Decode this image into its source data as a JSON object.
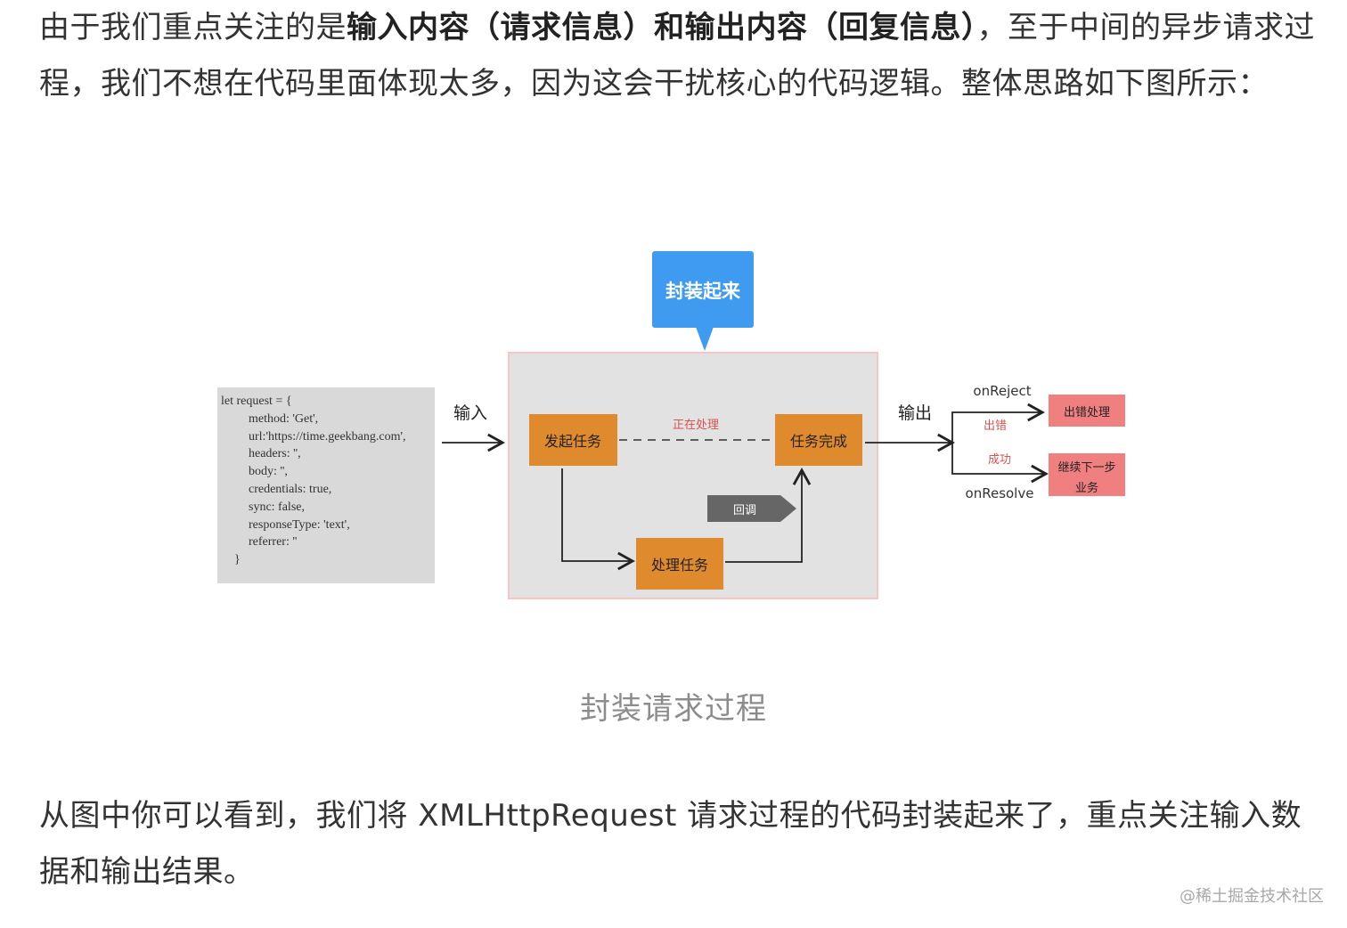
{
  "paragraph1": {
    "part1": "由于我们重点关注的是",
    "bold1": "输入内容（请求信息）和输出内容（回复信息）",
    "part2": "，至于中间的异步请求过程，我们不想在代码里面体现太多，因为这会干扰核心的代码逻辑。整体思路如下图所示："
  },
  "diagram": {
    "wrap_label": "封装起来",
    "code_lines": [
      "let request = {",
      "method: 'Get',",
      "url:'https://time.geekbang.com',",
      "headers: '',",
      "body: '',",
      "credentials: true,",
      "sync: false,",
      "responseType: 'text',",
      "referrer: ''",
      "}"
    ],
    "input_label": "输入",
    "output_label": "输出",
    "start_task": "发起任务",
    "processing_label": "正在处理",
    "task_done": "任务完成",
    "callback_label": "回调",
    "handle_task": "处理任务",
    "on_reject": "onReject",
    "error_label": "出错",
    "error_handle": "出错处理",
    "success_label": "成功",
    "continue_line1": "继续下一步",
    "continue_line2": "业务",
    "on_resolve": "onResolve",
    "colors": {
      "blue": "#3f9bf0",
      "orange": "#e08a2e",
      "red": "#f08080",
      "gray_box": "#e2e2e2",
      "code_bg": "#d9d9d9",
      "callback_bg": "#666666"
    }
  },
  "caption": "封装请求过程",
  "paragraph2": {
    "text": "从图中你可以看到，我们将 XMLHttpRequest 请求过程的代码封装起来了，重点关注输入数据和输出结果。"
  },
  "watermark": "@稀土掘金技术社区"
}
